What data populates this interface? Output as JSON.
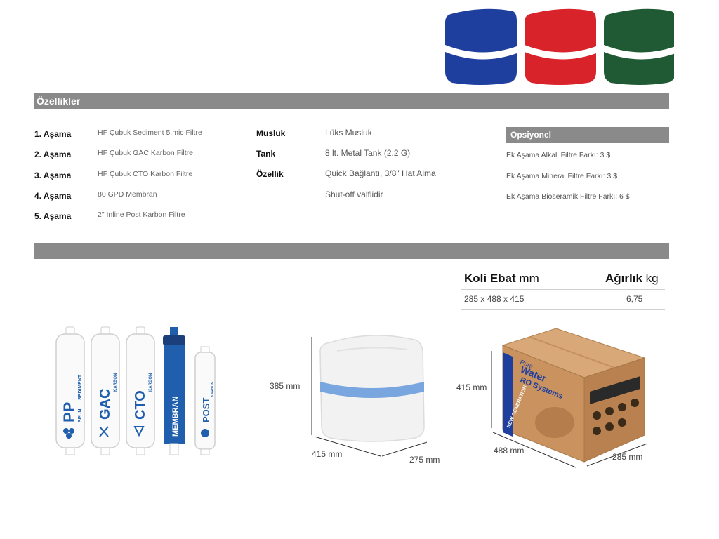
{
  "features": {
    "title": "Özellikler",
    "stages": [
      {
        "label": "1. Aşama",
        "desc": "HF Çubuk Sediment 5.mic Filtre"
      },
      {
        "label": "2. Aşama",
        "desc": "HF Çubuk GAC Karbon Filtre"
      },
      {
        "label": "3. Aşama",
        "desc": "HF Çubuk CTO Karbon Filtre"
      },
      {
        "label": "4. Aşama",
        "desc": "80 GPD Membran"
      },
      {
        "label": "5. Aşama",
        "desc": "2\" Inline Post Karbon Filtre"
      }
    ],
    "specs": [
      {
        "label": "Musluk",
        "value": "Lüks Musluk"
      },
      {
        "label": "Tank",
        "value": "8 lt. Metal Tank (2.2 G)"
      },
      {
        "label": "Özellik",
        "value": "Quick Bağlantı, 3/8\" Hat Alma"
      },
      {
        "label": "",
        "value": "Shut-off valflidir"
      }
    ],
    "optional": {
      "title": "Opsiyonel",
      "items": [
        "Ek Aşama Alkali Filtre Farkı: 3 $",
        "Ek Aşama Mineral Filtre Farkı: 3 $",
        "Ek Aşama Bioseramik Filtre Farkı: 6 $"
      ]
    }
  },
  "package": {
    "col1_bold": "Koli Ebat",
    "col1_unit": "mm",
    "col2_bold": "Ağırlık",
    "col2_unit": "kg",
    "dimensions": "285 x 488 x 415",
    "weight": "6,75"
  },
  "filters": [
    {
      "main": "PP",
      "sub": "SEDIMENT",
      "sub2": "SPUN",
      "color": "#1f5fad"
    },
    {
      "main": "GAC",
      "sub": "KARBON",
      "sub2": "",
      "color": "#1f5fad"
    },
    {
      "main": "CTO",
      "sub": "KARBON",
      "sub2": "",
      "color": "#1f5fad"
    },
    {
      "main": "MEMBRAN",
      "sub": "",
      "sub2": "",
      "color": "#1f5fad"
    },
    {
      "main": "POST",
      "sub": "KARBON",
      "sub2": "",
      "color": "#1f5fad"
    }
  ],
  "unit_dims": {
    "height": "385 mm",
    "width": "415 mm",
    "depth": "275 mm"
  },
  "box_dims": {
    "height": "415 mm",
    "width": "488 mm",
    "depth": "285 mm"
  },
  "box_print": {
    "line1": "Pure",
    "line2": "Water",
    "line3": "RO Systems",
    "side": "NEW GENERATION"
  },
  "colors": {
    "cover_blue": "#1e3f9e",
    "cover_red": "#d8232a",
    "cover_green": "#1f5a35",
    "bar_gray": "#8a8a8a",
    "band_blue": "#7aa6e0"
  }
}
